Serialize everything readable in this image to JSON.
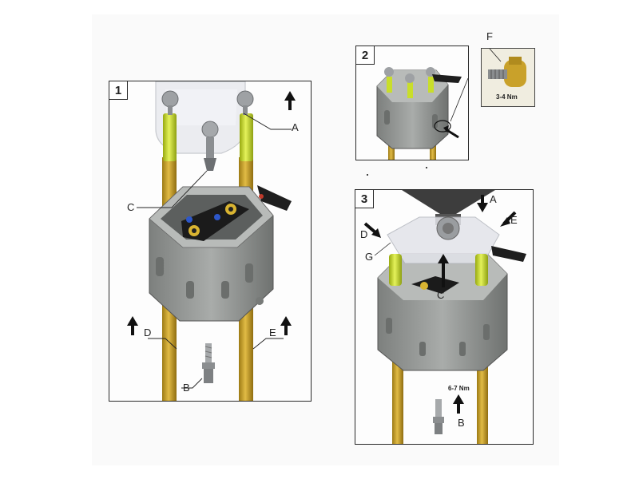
{
  "steps": {
    "step1": {
      "number": "1",
      "labels": {
        "a": "A",
        "b": "B",
        "c": "C",
        "d": "D",
        "e": "E"
      }
    },
    "step2": {
      "number": "2",
      "labels": {
        "f": "F"
      },
      "torque": "3-4 Nm"
    },
    "step3": {
      "number": "3",
      "labels": {
        "a": "A",
        "b": "B",
        "c": "C",
        "d": "D",
        "e": "E",
        "g": "G"
      },
      "torque": "6-7 Nm"
    }
  },
  "colors": {
    "rod": "#c9a12a",
    "rod_shade": "#9c7a14",
    "yellow_green": "#c9de2a",
    "housing": "#8f9290",
    "housing_light": "#b4b7b5",
    "plate": "#1c1c1c",
    "dome": "#3d3d3d",
    "accent_blue": "#2d57c9"
  }
}
